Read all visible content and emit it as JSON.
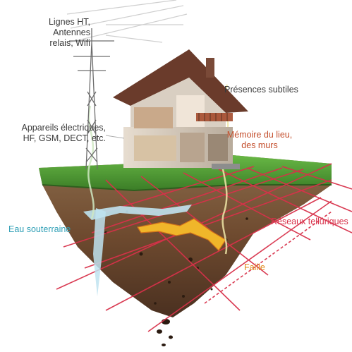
{
  "labels": {
    "power_lines": [
      "Lignes HT,",
      "Antennes",
      "relais, Wifi"
    ],
    "subtle_presences": "Présences subtiles",
    "appliances": [
      "Appareils électriques,",
      "HF, GSM, DECT, etc."
    ],
    "place_memory": [
      "Mémoire du lieu,",
      "des murs"
    ],
    "underground_water": "Eau souterraine",
    "telluric_networks": "Réseaux telluriques",
    "fault": "Faille"
  },
  "colors": {
    "text_dark": "#3a3a3a",
    "water": "#2f9fb6",
    "telluric": "#d8314a",
    "fault": "#e08a1e",
    "memory": "#c44f2d",
    "grass": "#4f9e35",
    "soil": "#6e4a2f",
    "roof": "#6a3b2b"
  }
}
